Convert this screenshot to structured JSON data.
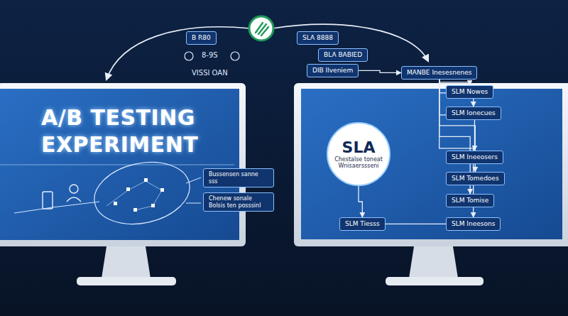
{
  "diagram": {
    "nodes": [
      {
        "text": [
          "B R80"
        ]
      },
      {
        "text": [
          "SLA 8888"
        ]
      },
      {
        "text": [
          "BLA BABIED"
        ]
      },
      {
        "text": [
          "DIB Ilveniem"
        ]
      },
      {
        "text": [
          "MANBE Inesesnenes"
        ]
      },
      {
        "text": [
          "A/B TESTING EXPERIMENT"
        ]
      },
      {
        "text": [
          "Bussensen sanne sss"
        ],
        "in": 5
      },
      {
        "text": [
          "Chenew sonale Bolsis ten posssinl"
        ],
        "in": 5
      },
      {
        "text": [
          "SLA",
          "Chestalse toneat Wnisaerssseni"
        ]
      },
      {
        "text": [
          "SLM Nowes"
        ]
      },
      {
        "text": [
          "SLM Ionecues"
        ]
      },
      {
        "text": [
          "SLM Ineeosers"
        ]
      },
      {
        "text": [
          "SLM Tomedoes"
        ]
      },
      {
        "text": [
          "SLM Tomise"
        ]
      },
      {
        "text": [
          "SLM Tiesss"
        ]
      },
      {
        "text": [
          "SLM Ineesons"
        ]
      }
    ],
    "edges": [
      {
        "from": 3,
        "to": 4,
        "arrow": "to"
      },
      {
        "from": 4,
        "to": 9,
        "arrow": "to"
      },
      {
        "from": 4,
        "to": 10,
        "arrow": "to"
      },
      {
        "from": 4,
        "to": 11,
        "arrow": "to"
      },
      {
        "from": 4,
        "to": 12,
        "arrow": "to"
      },
      {
        "from": 4,
        "to": 13,
        "arrow": "to"
      },
      {
        "from": 4,
        "to": 15,
        "arrow": "to"
      },
      {
        "from": 8,
        "to": 14,
        "arrow": "to"
      },
      {
        "from": 14,
        "to": 15,
        "arrow": "none"
      }
    ],
    "labels": [
      "8-9S",
      "VISSI OAN"
    ]
  }
}
